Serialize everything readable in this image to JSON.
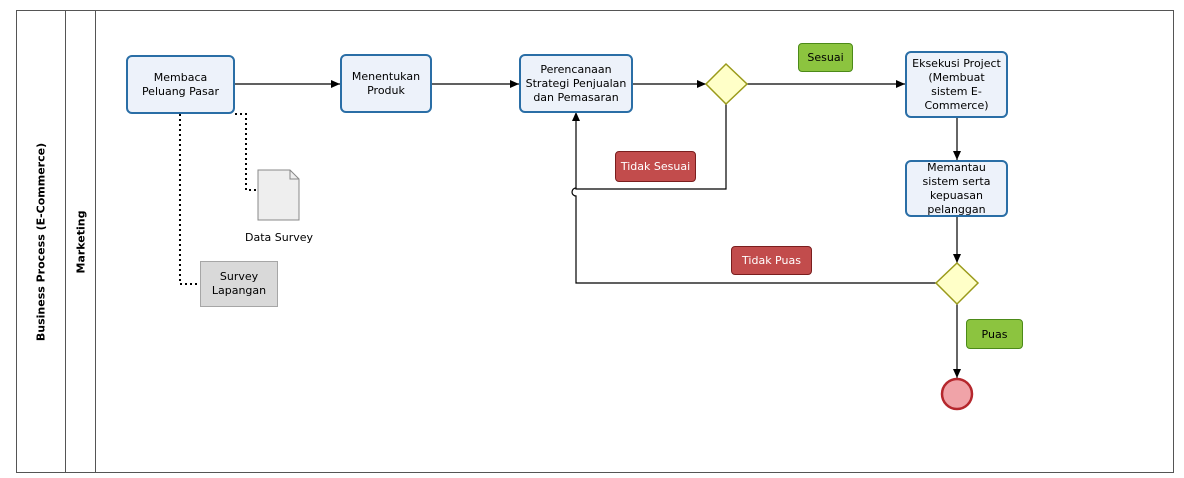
{
  "pool": {
    "label": "Business Process (E-Commerce)"
  },
  "lane": {
    "label": "Marketing"
  },
  "tasks": {
    "membaca": "Membaca Peluang Pasar",
    "menentukan": "Menentukan Produk",
    "perencanaan": "Perencanaan Strategi Penjualan dan Pemasaran",
    "eksekusi": "Eksekusi Project (Membuat sistem E-Commerce)",
    "memantau": "Memantau sistem serta kepuasan pelanggan"
  },
  "artifacts": {
    "data_survey": "Data Survey",
    "survey_lapangan": "Survey Lapangan"
  },
  "conditions": {
    "sesuai": "Sesuai",
    "tidak_sesuai": "Tidak Sesuai",
    "tidak_puas": "Tidak Puas",
    "puas": "Puas"
  },
  "colors": {
    "task_border": "#2a6ea6",
    "task_fill": "#edf2fa",
    "gateway_fill": "#ffffc8",
    "gateway_border": "#9a9a1a",
    "green": "#8cc43f",
    "red": "#c24c4c",
    "end_event": "#f0a3a8"
  }
}
